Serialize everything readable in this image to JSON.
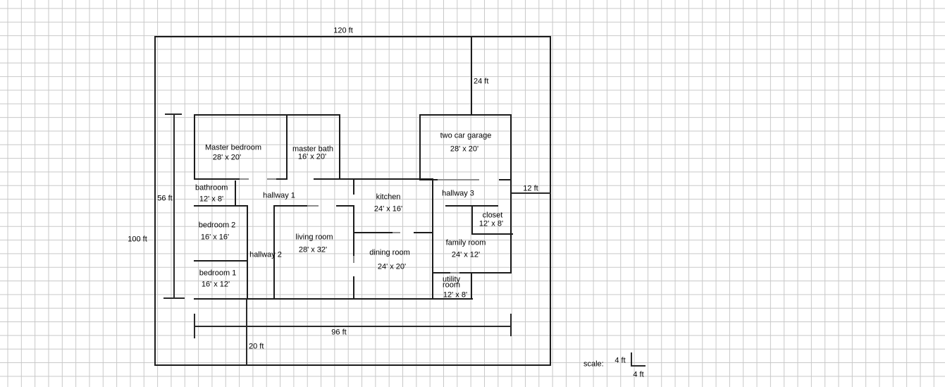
{
  "dims": {
    "top_width": "120 ft",
    "garage_depth": "24 ft",
    "inner_height": "56 ft",
    "outer_height": "100 ft",
    "right_offset": "12 ft",
    "bottom_inner_width": "96 ft",
    "bottom_offset": "20 ft"
  },
  "rooms": {
    "master_bedroom": {
      "label": "Master bedroom",
      "size": "28' x 20'"
    },
    "master_bath": {
      "label": "master bath",
      "size": "16' x 20'"
    },
    "two_car_garage": {
      "label": "two car garage",
      "size": "28' x 20'"
    },
    "bathroom": {
      "label": "bathroom",
      "size": "12' x 8'"
    },
    "hallway_1": {
      "label": "hallway 1"
    },
    "kitchen": {
      "label": "kitchen",
      "size": "24' x 16'"
    },
    "hallway_3": {
      "label": "hallway 3"
    },
    "closet": {
      "label": "closet",
      "size": "12' x 8'"
    },
    "bedroom_2": {
      "label": "bedroom 2",
      "size": "16' x 16'"
    },
    "living_room": {
      "label": "living room",
      "size": "28' x 32'"
    },
    "hallway_2": {
      "label": "hallway 2"
    },
    "dining_room": {
      "label": "dining room",
      "size": "24' x 20'"
    },
    "family_room": {
      "label": "family room",
      "size": "24' x 12'"
    },
    "bedroom_1": {
      "label": "bedroom 1",
      "size": "16' x 12'"
    },
    "utility_room": {
      "label_line1": "utility",
      "label_line2": "room",
      "size": "12' x 8'"
    }
  },
  "scale": {
    "label": "scale:",
    "horizontal": "4 ft",
    "vertical": "4 ft"
  },
  "colors": {
    "wall": "#1c1c1c",
    "grid": "#c8c8c8",
    "door_mark": "#8c8c8c",
    "text": "#000000",
    "background": "#ffffff"
  }
}
